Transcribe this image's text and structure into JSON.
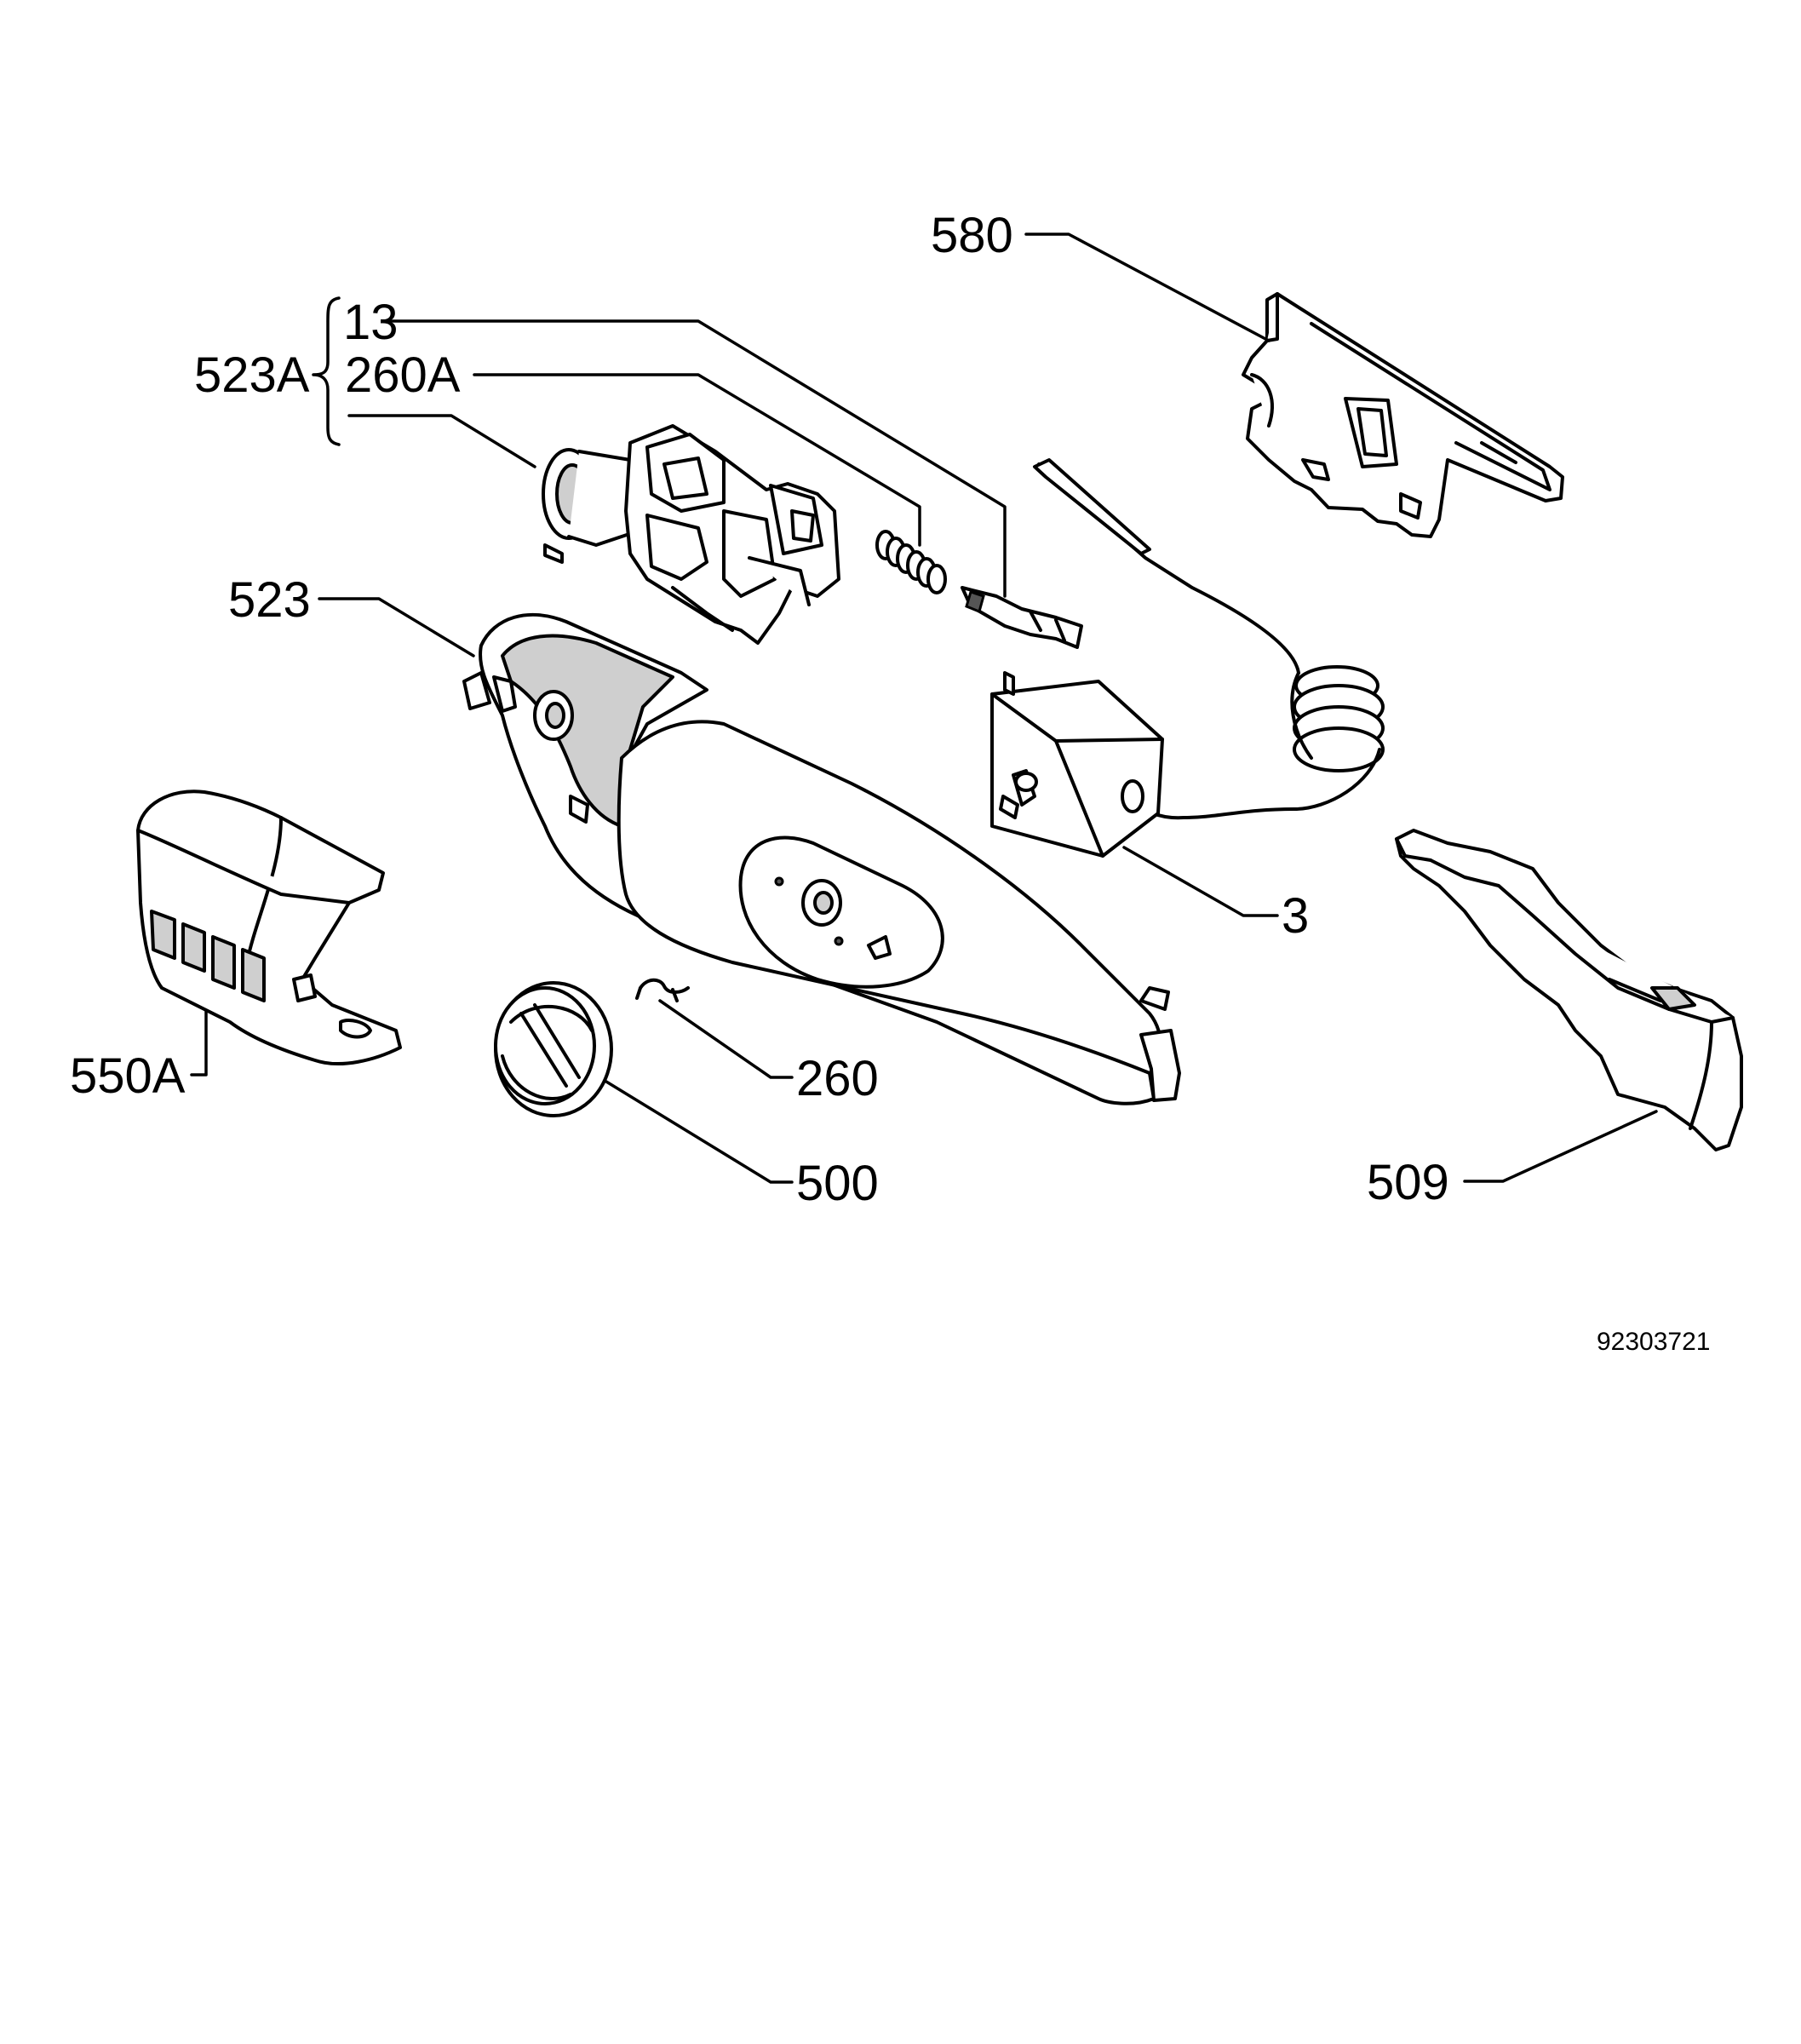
{
  "labels": {
    "l580": "580",
    "l13": "13",
    "l260A": "260A",
    "l523A": "523A",
    "l523": "523",
    "l3": "3",
    "l550A": "550A",
    "l260": "260",
    "l500": "500",
    "l509": "509"
  },
  "document_id": "92303721"
}
